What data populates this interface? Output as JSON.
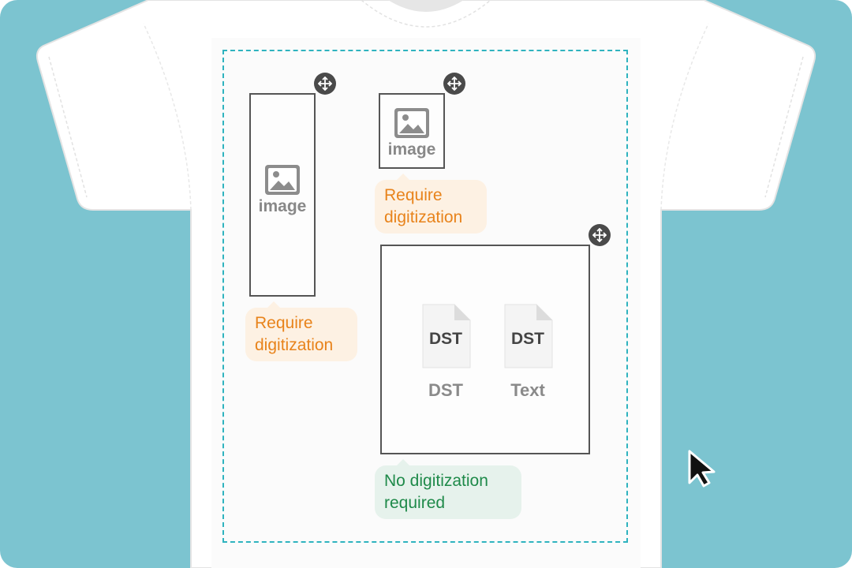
{
  "colors": {
    "background": "#7cc4d0",
    "shirt": "#ffffff",
    "print_area_border": "#2fb3bf",
    "warning_text": "#e8831b",
    "warning_bg": "#fdf1e3",
    "ok_text": "#1f8a4a",
    "ok_bg": "#e6f2ec"
  },
  "elements": {
    "tall_image": {
      "label": "image",
      "badge": "Require digitization",
      "badge_status": "warning"
    },
    "small_image": {
      "label": "image",
      "badge": "Require digitization",
      "badge_status": "warning"
    },
    "file_group": {
      "files": [
        {
          "tag": "DST",
          "label": "DST"
        },
        {
          "tag": "DST",
          "label": "Text"
        }
      ],
      "badge": "No digitization required",
      "badge_status": "ok"
    }
  },
  "icons": {
    "move": "move-arrows-icon",
    "image": "image-icon",
    "file": "file-icon",
    "cursor": "mouse-pointer-icon"
  }
}
